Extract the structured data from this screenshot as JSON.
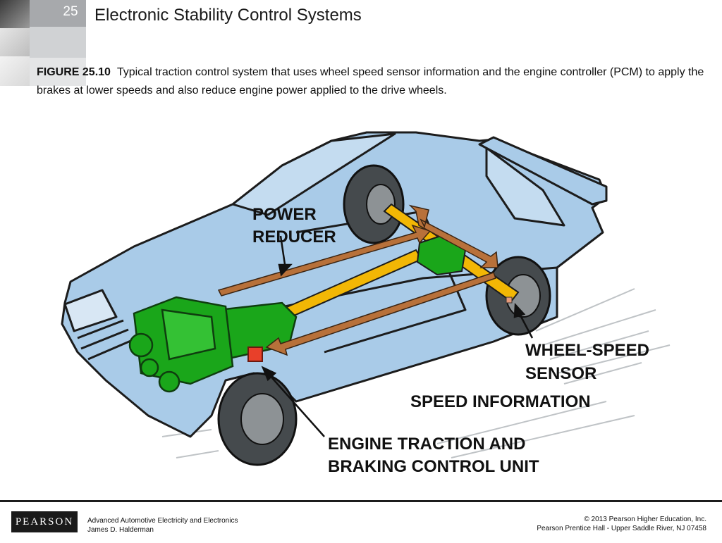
{
  "header": {
    "slide_number": "25",
    "title": "Electronic Stability Control Systems"
  },
  "caption": {
    "label": "FIGURE 25.10",
    "text": "Typical traction control system that uses wheel speed sensor information and the engine controller (PCM) to apply the brakes at lower speeds and also reduce engine power applied to the drive wheels."
  },
  "diagram": {
    "labels": {
      "power_reducer_1": "POWER",
      "power_reducer_2": "REDUCER",
      "wheel_speed_1": "WHEEL-SPEED",
      "wheel_speed_2": "SENSOR",
      "speed_info": "SPEED INFORMATION",
      "control_unit_1": "ENGINE TRACTION AND",
      "control_unit_2": "BRAKING CONTROL UNIT"
    },
    "colors": {
      "body": "#a9cbe8",
      "engine": "#1aa61a",
      "driveshaft": "#f2b705",
      "arrow": "#b8713a",
      "control_unit": "#e8402a",
      "tire": "#454a4d"
    }
  },
  "footer": {
    "logo": "PEARSON",
    "book_title": "Advanced Automotive Electricity and Electronics",
    "author": "James D. Halderman",
    "copyright": "© 2013  Pearson Higher Education, Inc.",
    "publisher": "Pearson Prentice Hall - Upper Saddle River, NJ 07458"
  }
}
